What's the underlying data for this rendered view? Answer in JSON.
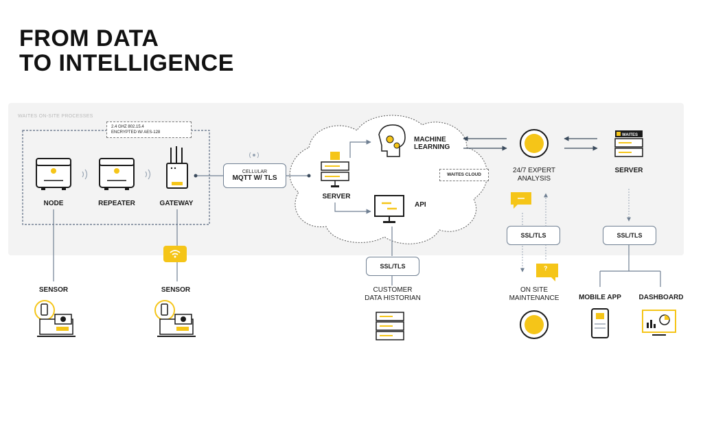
{
  "title": {
    "line1": "FROM DATA",
    "line2": "TO INTELLIGENCE"
  },
  "panel_label": "WAITES ON-SITE PROCESSES",
  "radio_spec": {
    "line1": "2.4 GHZ 802.15.4",
    "line2": "ENCRYPTED W/ AES-128"
  },
  "devices": {
    "node": "NODE",
    "repeater": "REPEATER",
    "gateway": "GATEWAY"
  },
  "sensors": {
    "left": "SENSOR",
    "right": "SENSOR"
  },
  "cellular": {
    "line1": "CELLULAR",
    "line2": "MQTT W/ TLS"
  },
  "cloud": {
    "server": "SERVER",
    "ml_line1": "MACHINE",
    "ml_line2": "LEARNING",
    "api": "API",
    "waites_cloud": "WAITES CLOUD",
    "ssl": "SSL/TLS",
    "historian_line1": "CUSTOMER",
    "historian_line2": "DATA HISTORIAN"
  },
  "expert": {
    "line1": "24/7 EXPERT",
    "line2": "ANALYSIS",
    "ssl": "SSL/TLS",
    "onsite_line1": "ON SITE",
    "onsite_line2": "MAINTENANCE",
    "question": "?"
  },
  "right": {
    "brand": "WAITES",
    "server": "SERVER",
    "ssl": "SSL/TLS",
    "mobile": "MOBILE APP",
    "dashboard": "DASHBOARD"
  },
  "colors": {
    "accent": "#f5c518",
    "line": "#6f7f92",
    "dark": "#1a1a1a"
  }
}
